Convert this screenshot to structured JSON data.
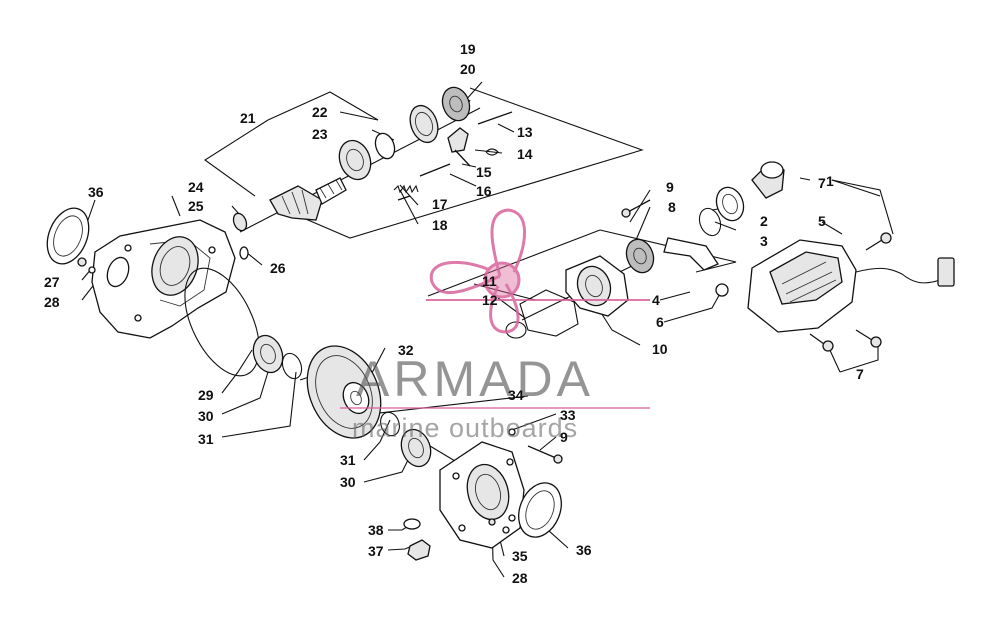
{
  "watermark": {
    "brand": "ARMADA",
    "tagline": "marine outboards",
    "logo_color": "#d9639b",
    "text_color": "#5a5a5a"
  },
  "callouts": {
    "c1": "1",
    "c2": "2",
    "c3": "3",
    "c4": "4",
    "c5": "5",
    "c6": "6",
    "c7": "7",
    "c8": "8",
    "c9": "9",
    "c10": "10",
    "c11": "11",
    "c12": "12",
    "c13": "13",
    "c14": "14",
    "c15": "15",
    "c16": "16",
    "c17": "17",
    "c18": "18",
    "c19": "19",
    "c20": "20",
    "c21": "21",
    "c22": "22",
    "c23": "23",
    "c24": "24",
    "c25": "25",
    "c26": "26",
    "c27": "27",
    "c28": "28",
    "c29": "29",
    "c30": "30",
    "c31": "31",
    "c32": "32",
    "c33": "33",
    "c34": "34",
    "c35": "35",
    "c36": "36",
    "c37": "37",
    "c38": "38"
  }
}
